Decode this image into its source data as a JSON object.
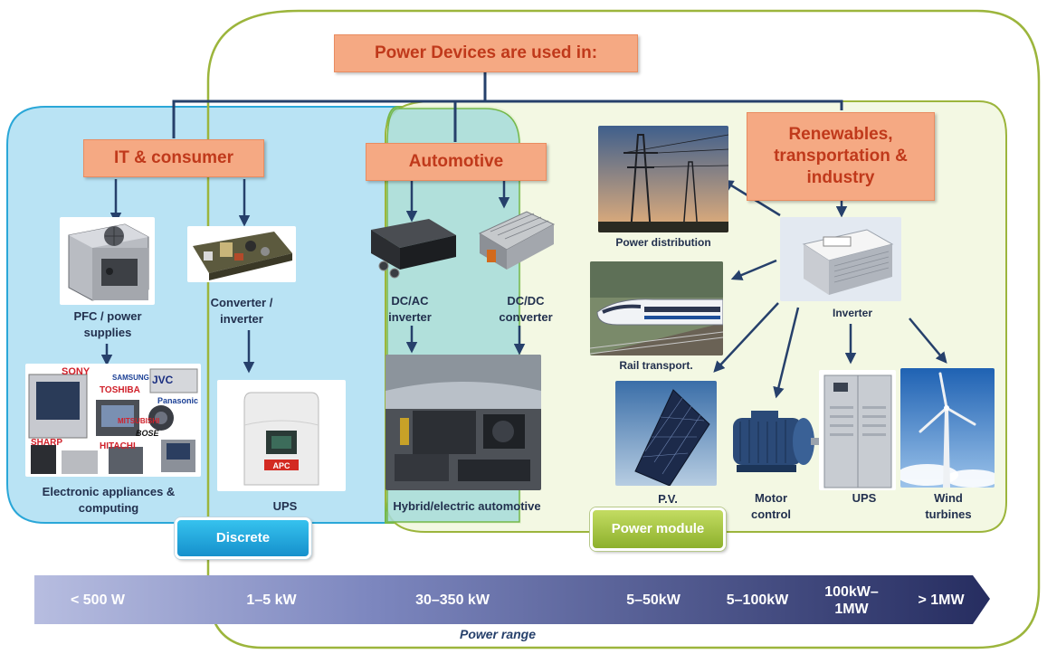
{
  "title": "Power Devices are used in:",
  "categories": {
    "it_consumer": "IT & consumer",
    "automotive": "Automotive",
    "renewables": "Renewables, transportation & industry"
  },
  "devices": {
    "pfc": "PFC / power supplies",
    "electronics": "Electronic appliances & computing",
    "converter": "Converter / inverter",
    "ups_small": "UPS",
    "dcac": "DC/AC inverter",
    "dcdc": "DC/DC converter",
    "hybrid": "Hybrid/electric automotive",
    "power_distribution": "Power distribution",
    "rail": "Rail transport.",
    "inverter": "Inverter",
    "pv": "P.V.",
    "motor": "Motor control",
    "ups_large": "UPS",
    "wind": "Wind turbines"
  },
  "brands": [
    "SONY",
    "SAMSUNG",
    "JVC",
    "TOSHIBA",
    "Panasonic",
    "MITSUBISHI",
    "BOSE",
    "SHARP",
    "HITACHI"
  ],
  "ups_brand": "APC",
  "technologies": {
    "discrete": "Discrete",
    "power_module": "Power module"
  },
  "power_range": {
    "label": "Power range",
    "ticks": [
      "< 500 W",
      "1–5 kW",
      "30–350 kW",
      "5–50kW",
      "5–100kW",
      "100kW–1MW",
      "> 1MW"
    ]
  },
  "colors": {
    "box_fill": "#f5a983",
    "box_text": "#c0391b",
    "discrete_region": "#b9e3f4",
    "module_region": "#f2f7e1",
    "module_border": "#9cb53c",
    "connector": "#26406b",
    "range_arrow": "#2d3567"
  }
}
